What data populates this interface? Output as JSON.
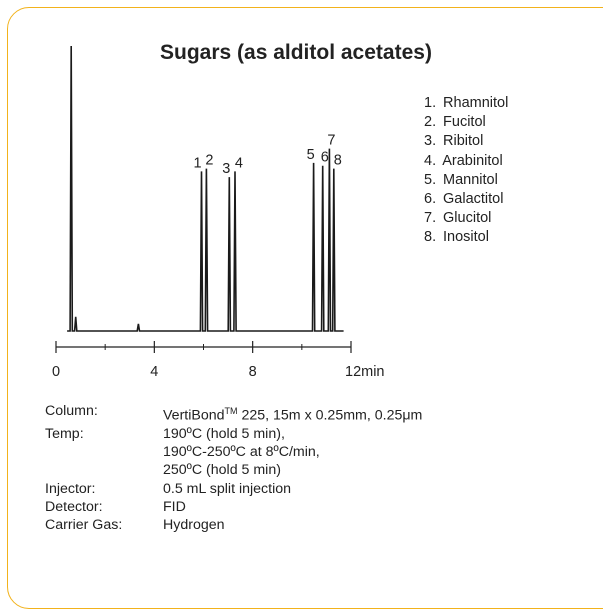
{
  "chart_data": {
    "type": "line",
    "title": "Sugars (as alditol acetates)",
    "xlabel": "",
    "ylabel": "",
    "xlim": [
      0,
      12
    ],
    "x_unit": "min",
    "x_ticks": [
      {
        "value": 0,
        "label": "0"
      },
      {
        "value": 4,
        "label": "4"
      },
      {
        "value": 8,
        "label": "8"
      },
      {
        "value": 12,
        "label": "12min"
      }
    ],
    "grid": false,
    "legend_position": "right",
    "line_color": "#1a1a1a",
    "peaks": [
      {
        "label": "",
        "rt": 0.62,
        "height": 1.0
      },
      {
        "label": "",
        "rt": 0.8,
        "height": 0.05
      },
      {
        "label": "",
        "rt": 3.35,
        "height": 0.025
      },
      {
        "label": "1",
        "rt": 5.92,
        "height": 0.56
      },
      {
        "label": "2",
        "rt": 6.12,
        "height": 0.57
      },
      {
        "label": "3",
        "rt": 7.05,
        "height": 0.54
      },
      {
        "label": "4",
        "rt": 7.28,
        "height": 0.56
      },
      {
        "label": "5",
        "rt": 10.48,
        "height": 0.59
      },
      {
        "label": "6",
        "rt": 10.85,
        "height": 0.58
      },
      {
        "label": "7",
        "rt": 11.12,
        "height": 0.64
      },
      {
        "label": "8",
        "rt": 11.3,
        "height": 0.57
      }
    ],
    "legend": [
      {
        "num": "1.",
        "name": "Rhamnitol"
      },
      {
        "num": "2.",
        "name": "Fucitol"
      },
      {
        "num": "3.",
        "name": "Ribitol"
      },
      {
        "num": "4.",
        "name": "Arabinitol"
      },
      {
        "num": "5.",
        "name": "Mannitol"
      },
      {
        "num": "6.",
        "name": "Galactitol"
      },
      {
        "num": "7.",
        "name": "Glucitol"
      },
      {
        "num": "8.",
        "name": "Inositol"
      }
    ]
  },
  "conditions": {
    "column_label": "Column:",
    "column_brand": "VertiBond",
    "column_tm": "TM",
    "column_rest": " 225, 15m x 0.25mm, 0.25μm",
    "temp_label": "Temp:",
    "temp_lines": [
      "190ºC (hold 5 min),",
      "190ºC-250ºC at 8ºC/min,",
      "250ºC (hold 5 min)"
    ],
    "injector_label": "Injector:",
    "injector_value": "0.5 mL split injection",
    "detector_label": "Detector:",
    "detector_value": "FID",
    "carrier_label": "Carrier Gas:",
    "carrier_value": "Hydrogen"
  },
  "colors": {
    "border": "#f2b21b",
    "text": "#222222"
  }
}
